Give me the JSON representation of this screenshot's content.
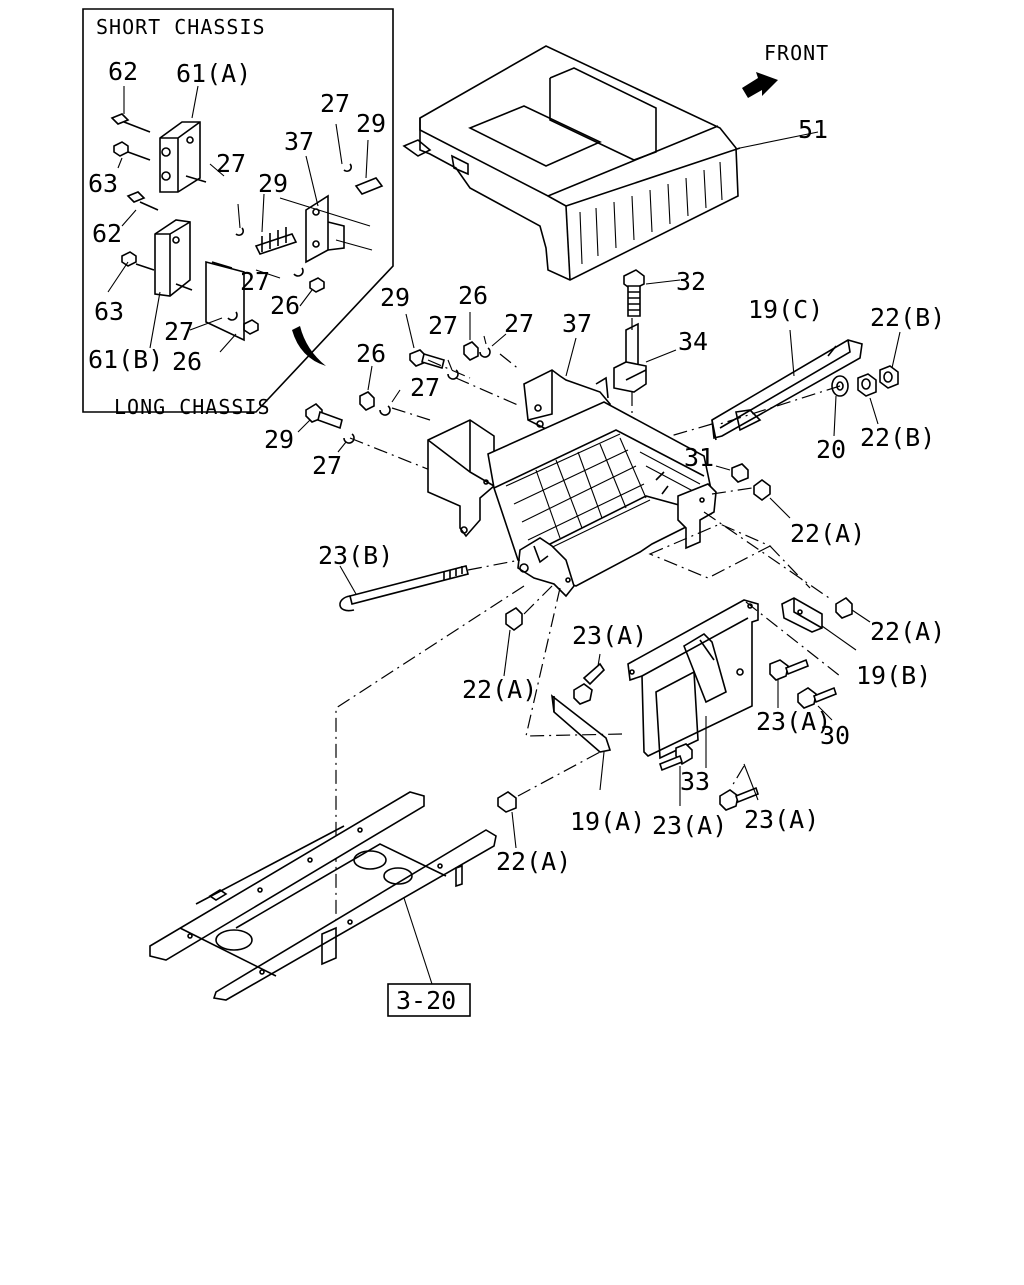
{
  "inset": {
    "title": "SHORT CHASSIS",
    "caption": "LONG CHASSIS"
  },
  "direction_label": "FRONT",
  "reference_box": "3-20",
  "callouts": [
    {
      "id": "c-62-top",
      "text": "62"
    },
    {
      "id": "c-61a",
      "text": "61(A)"
    },
    {
      "id": "c-63-top",
      "text": "63"
    },
    {
      "id": "c-27-in1",
      "text": "27"
    },
    {
      "id": "c-29-in1",
      "text": "29"
    },
    {
      "id": "c-37-in",
      "text": "37"
    },
    {
      "id": "c-27-in2",
      "text": "27"
    },
    {
      "id": "c-29-in2",
      "text": "29"
    },
    {
      "id": "c-62-bot",
      "text": "62"
    },
    {
      "id": "c-27-in3",
      "text": "27"
    },
    {
      "id": "c-63-bot",
      "text": "63"
    },
    {
      "id": "c-26-in1",
      "text": "26"
    },
    {
      "id": "c-27-in4",
      "text": "27"
    },
    {
      "id": "c-61b",
      "text": "61(B)"
    },
    {
      "id": "c-26-in2",
      "text": "26"
    },
    {
      "id": "c-51",
      "text": "51"
    },
    {
      "id": "c-32",
      "text": "32"
    },
    {
      "id": "c-34",
      "text": "34"
    },
    {
      "id": "c-19c",
      "text": "19(C)"
    },
    {
      "id": "c-22b-top",
      "text": "22(B)"
    },
    {
      "id": "c-22b-mid",
      "text": "22(B)"
    },
    {
      "id": "c-20",
      "text": "20"
    },
    {
      "id": "c-29-a",
      "text": "29"
    },
    {
      "id": "c-26-a",
      "text": "26"
    },
    {
      "id": "c-27-a",
      "text": "27"
    },
    {
      "id": "c-27-b",
      "text": "27"
    },
    {
      "id": "c-37",
      "text": "37"
    },
    {
      "id": "c-26-b",
      "text": "26"
    },
    {
      "id": "c-27-c",
      "text": "27"
    },
    {
      "id": "c-29-b",
      "text": "29"
    },
    {
      "id": "c-27-d",
      "text": "27"
    },
    {
      "id": "c-31",
      "text": "31"
    },
    {
      "id": "c-22a-1",
      "text": "22(A)"
    },
    {
      "id": "c-23b",
      "text": "23(B)"
    },
    {
      "id": "c-22a-2",
      "text": "22(A)"
    },
    {
      "id": "c-19b",
      "text": "19(B)"
    },
    {
      "id": "c-23a-1",
      "text": "23(A)"
    },
    {
      "id": "c-22a-3",
      "text": "22(A)"
    },
    {
      "id": "c-33",
      "text": "33"
    },
    {
      "id": "c-23a-2",
      "text": "23(A)"
    },
    {
      "id": "c-30",
      "text": "30"
    },
    {
      "id": "c-19a",
      "text": "19(A)"
    },
    {
      "id": "c-23a-3",
      "text": "23(A)"
    },
    {
      "id": "c-23a-4",
      "text": "23(A)"
    },
    {
      "id": "c-22a-4",
      "text": "22(A)"
    }
  ]
}
